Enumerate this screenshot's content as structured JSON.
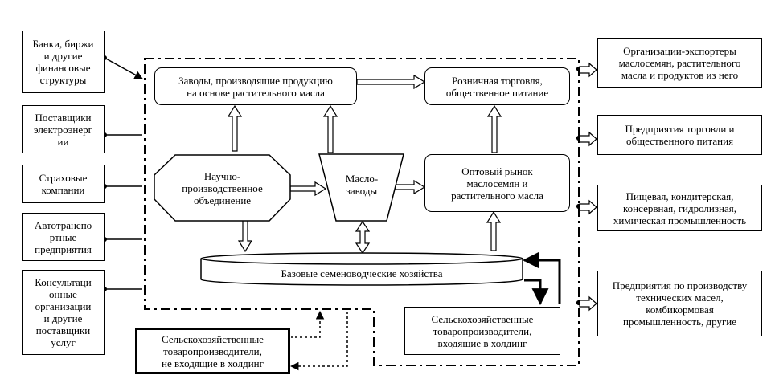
{
  "left": {
    "banks": "Банки, биржи\nи другие\nфинансовые\nструктуры",
    "power": "Поставщики\nэлектроэнерг\nии",
    "insurance": "Страховые\nкомпании",
    "transport": "Автотранспо\nртные\nпредприятия",
    "consulting": "Консультаци\nонные\nорганизации\nи другие\nпоставщики\nуслуг"
  },
  "center": {
    "plants": "Заводы, производящие продукцию\nна основе растительного масла",
    "retail": "Розничная торговля,\nобщественное питание",
    "research": "Научно-\nпроизводственное\nобъединение",
    "oilmills": "Масло-\nзаводы",
    "wholesale": "Оптовый рынок\nмаслосемян и\nрастительного масла",
    "seedfarms": "Базовые семеноводческие хозяйства",
    "producers_in": "Сельскохозяйственные\nтоваропроизводители,\nвходящие в холдинг",
    "producers_out": "Сельскохозяйственные\nтоваропроизводители,\nне входящие в холдинг"
  },
  "right": {
    "exporters": "Организации-экспортеры\nмаслосемян, растительного\nмасла и продуктов из него",
    "trade": "Предприятия торговли и\nобщественного питания",
    "food": "Пищевая, кондитерская,\nконсервная, гидролизная,\nхимическая промышленность",
    "technical": "Предприятия по производству\nтехнических масел,\nкомбикормовая\nпромышленность, другие"
  }
}
